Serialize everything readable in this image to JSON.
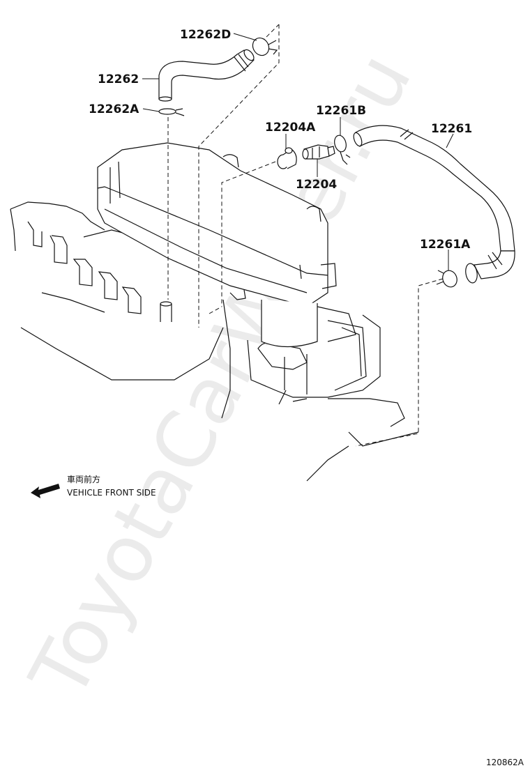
{
  "parts": {
    "p12262D": "12262D",
    "p12262": "12262",
    "p12262A": "12262A",
    "p12204A": "12204A",
    "p12204": "12204",
    "p12261B": "12261B",
    "p12261": "12261",
    "p12261A": "12261A"
  },
  "direction": {
    "japanese": "車両前方",
    "english": "VEHICLE FRONT SIDE"
  },
  "watermark": "ToyotaCarWiner.ru",
  "illustration_code": "120862A"
}
